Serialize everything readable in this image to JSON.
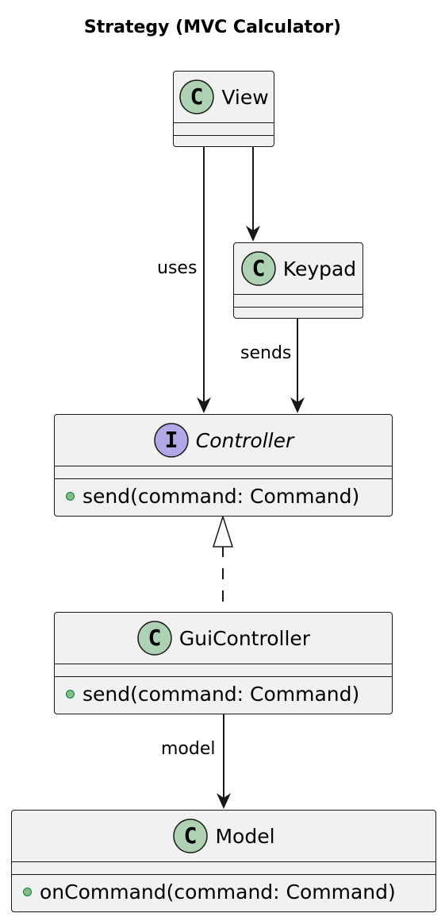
{
  "diagram": {
    "title": "Strategy (MVC Calculator)",
    "classes": {
      "view": {
        "stereotype_letter": "C",
        "name": "View"
      },
      "keypad": {
        "stereotype_letter": "C",
        "name": "Keypad"
      },
      "controller": {
        "stereotype_letter": "I",
        "name": "Controller",
        "methods": [
          "send(command: Command)"
        ]
      },
      "gui_controller": {
        "stereotype_letter": "C",
        "name": "GuiController",
        "methods": [
          "send(command: Command)"
        ]
      },
      "model": {
        "stereotype_letter": "C",
        "name": "Model",
        "methods": [
          "onCommand(command: Command)"
        ]
      }
    },
    "relations": {
      "view_controller": {
        "from": "View",
        "to": "Controller",
        "label": "uses"
      },
      "view_keypad": {
        "from": "View",
        "to": "Keypad",
        "label": ""
      },
      "keypad_controller": {
        "from": "Keypad",
        "to": "Controller",
        "label": "sends"
      },
      "gui_controller_controller": {
        "from": "GuiController",
        "to": "Controller",
        "label": ""
      },
      "gui_controller_model": {
        "from": "GuiController",
        "to": "Model",
        "label": "model"
      }
    },
    "colors": {
      "class_fill": "#f1f1f1",
      "border": "#181818",
      "class_badge": "#add1b2",
      "interface_badge": "#b4a7e5",
      "public_method_dot": "#84be84"
    }
  }
}
